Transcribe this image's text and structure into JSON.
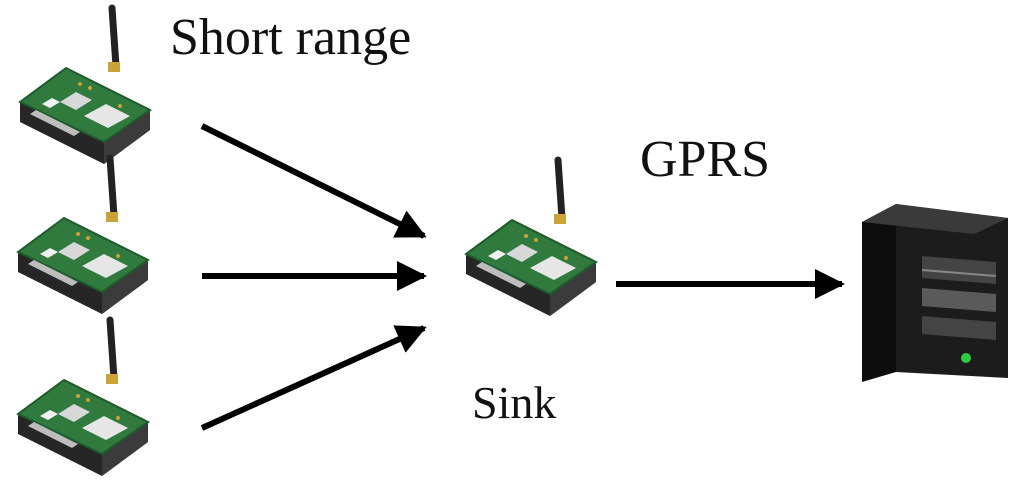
{
  "labels": {
    "short_range": "Short range",
    "gprs": "GPRS",
    "sink": "Sink"
  },
  "nodes": {
    "sensors": [
      "sensor-node",
      "sensor-node",
      "sensor-node"
    ],
    "sink": "sensor-node",
    "server": "server-tower-icon"
  },
  "colors": {
    "board": "#2f7a3c",
    "board_dark": "#1e5a2b",
    "casing": "#2a2a2a",
    "arrow": "#000000",
    "server_body": "#1a1a1a",
    "server_led": "#2ecc40"
  }
}
